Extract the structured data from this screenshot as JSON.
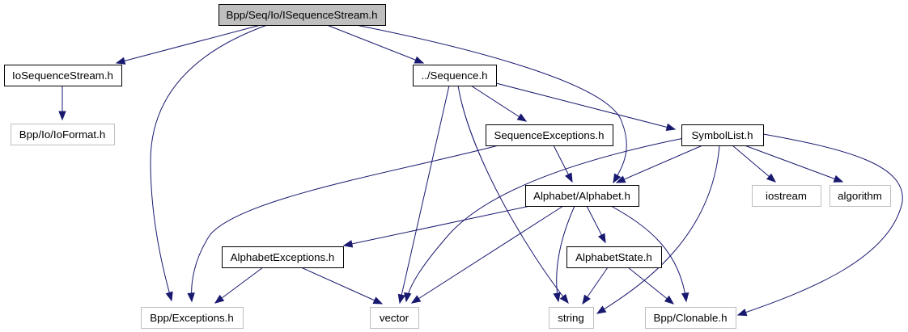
{
  "diagram": {
    "title": "Bpp/Seq/Io/ISequenceStream.h",
    "colors": {
      "edge": "#191970",
      "root_fill": "#bfbfbf",
      "root_border": "#000000",
      "documented_border": "#000000",
      "external_border": "#bfbfbf",
      "fill": "#ffffff",
      "text": "#000000"
    },
    "nodes": [
      {
        "id": "root",
        "label": "Bpp/Seq/Io/ISequenceStream.h",
        "kind": "root"
      },
      {
        "id": "ioseqstream",
        "label": "IoSequenceStream.h",
        "kind": "documented"
      },
      {
        "id": "ioformat",
        "label": "Bpp/Io/IoFormat.h",
        "kind": "external"
      },
      {
        "id": "sequence",
        "label": "../Sequence.h",
        "kind": "documented"
      },
      {
        "id": "seqexceptions",
        "label": "SequenceExceptions.h",
        "kind": "documented"
      },
      {
        "id": "symbollist",
        "label": "SymbolList.h",
        "kind": "documented"
      },
      {
        "id": "alphabet",
        "label": "Alphabet/Alphabet.h",
        "kind": "documented"
      },
      {
        "id": "iostream",
        "label": "iostream",
        "kind": "external"
      },
      {
        "id": "algorithm",
        "label": "algorithm",
        "kind": "external"
      },
      {
        "id": "alphaexceptions",
        "label": "AlphabetExceptions.h",
        "kind": "documented"
      },
      {
        "id": "alphastate",
        "label": "AlphabetState.h",
        "kind": "documented"
      },
      {
        "id": "exceptions",
        "label": "Bpp/Exceptions.h",
        "kind": "external"
      },
      {
        "id": "vector",
        "label": "vector",
        "kind": "external"
      },
      {
        "id": "string",
        "label": "string",
        "kind": "external"
      },
      {
        "id": "clonable",
        "label": "Bpp/Clonable.h",
        "kind": "external"
      }
    ],
    "edges": [
      {
        "from": "root",
        "to": "ioseqstream"
      },
      {
        "from": "root",
        "to": "exceptions"
      },
      {
        "from": "root",
        "to": "sequence"
      },
      {
        "from": "root",
        "to": "alphabet"
      },
      {
        "from": "ioseqstream",
        "to": "ioformat"
      },
      {
        "from": "sequence",
        "to": "seqexceptions"
      },
      {
        "from": "sequence",
        "to": "symbollist"
      },
      {
        "from": "sequence",
        "to": "vector"
      },
      {
        "from": "sequence",
        "to": "string"
      },
      {
        "from": "seqexceptions",
        "to": "exceptions"
      },
      {
        "from": "seqexceptions",
        "to": "alphabet"
      },
      {
        "from": "symbollist",
        "to": "alphabet"
      },
      {
        "from": "symbollist",
        "to": "vector"
      },
      {
        "from": "symbollist",
        "to": "string"
      },
      {
        "from": "symbollist",
        "to": "iostream"
      },
      {
        "from": "symbollist",
        "to": "algorithm"
      },
      {
        "from": "symbollist",
        "to": "clonable"
      },
      {
        "from": "alphabet",
        "to": "alphaexceptions"
      },
      {
        "from": "alphabet",
        "to": "vector"
      },
      {
        "from": "alphabet",
        "to": "string"
      },
      {
        "from": "alphabet",
        "to": "alphastate"
      },
      {
        "from": "alphabet",
        "to": "clonable"
      },
      {
        "from": "alphaexceptions",
        "to": "exceptions"
      },
      {
        "from": "alphaexceptions",
        "to": "vector"
      },
      {
        "from": "alphastate",
        "to": "string"
      },
      {
        "from": "alphastate",
        "to": "clonable"
      }
    ]
  }
}
